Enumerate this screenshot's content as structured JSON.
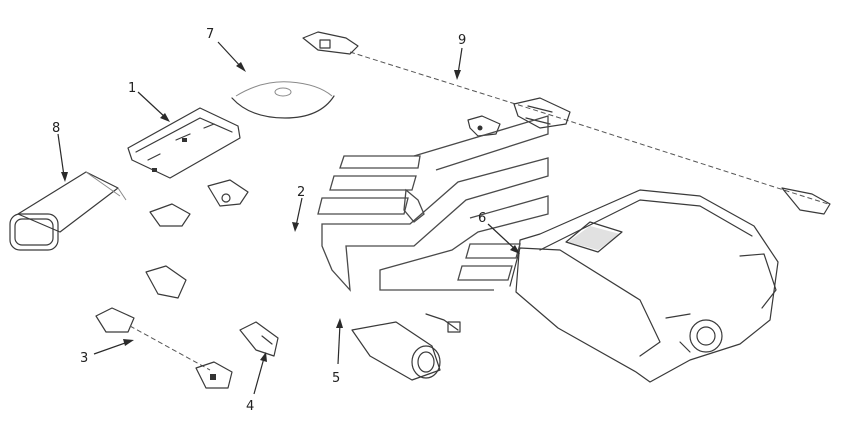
{
  "callouts": [
    {
      "id": "callout-1",
      "text": "1"
    },
    {
      "id": "callout-2",
      "text": "2"
    },
    {
      "id": "callout-3",
      "text": "3"
    },
    {
      "id": "callout-4",
      "text": "4"
    },
    {
      "id": "callout-5",
      "text": "5"
    },
    {
      "id": "callout-6",
      "text": "6"
    },
    {
      "id": "callout-7",
      "text": "7"
    },
    {
      "id": "callout-8",
      "text": "8"
    },
    {
      "id": "callout-9",
      "text": "9"
    }
  ]
}
